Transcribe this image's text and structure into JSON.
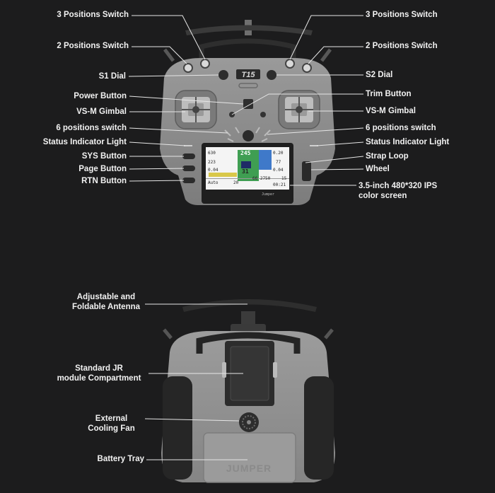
{
  "front_labels": {
    "switch3_left": "3 Positions Switch",
    "switch3_right": "3 Positions Switch",
    "switch2_left": "2 Positions Switch",
    "switch2_right": "2 Positions Switch",
    "s1_dial": "S1 Dial",
    "s2_dial": "S2 Dial",
    "power_button": "Power Button",
    "trim_button": "Trim Button",
    "gimbal_left": "VS-M Gimbal",
    "gimbal_right": "VS-M Gimbal",
    "switch6_left": "6 positions switch",
    "switch6_right": "6 positions switch",
    "status_light_left": "Status Indicator Light",
    "status_light_right": "Status Indicator Light",
    "sys_button": "SYS Button",
    "strap_loop": "Strap Loop",
    "page_button": "Page Button",
    "wheel": "Wheel",
    "rtn_button": "RTN Button",
    "screen_line1": "3.5-inch 480*320 IPS",
    "screen_line2": "color screen"
  },
  "back_labels": {
    "antenna_line1": "Adjustable and",
    "antenna_line2": "Foldable Antenna",
    "jr_line1": "Standard JR",
    "jr_line2": "module Compartment",
    "fan_line1": "External",
    "fan_line2": "Cooling Fan",
    "battery_tray": "Battery Tray"
  },
  "device": {
    "front_logo": "T15",
    "back_logo": "JUMPER"
  },
  "screen": {
    "v1": "630",
    "v2": "223",
    "v3": "0.04",
    "center_top": "245",
    "center_bottom": "31",
    "right_top": "0.20",
    "right_mid": "77",
    "right_bottom": "0.04",
    "mode": "Auto",
    "count": "20",
    "rpm": "66 2750",
    "right_num": "15",
    "time": "00:21",
    "brand": "Jumper"
  },
  "colors": {
    "background": "#1c1c1d",
    "device_body": "#8e8e8e",
    "label_text": "#f2f2f2",
    "leader_line": "#e6e6e6"
  }
}
